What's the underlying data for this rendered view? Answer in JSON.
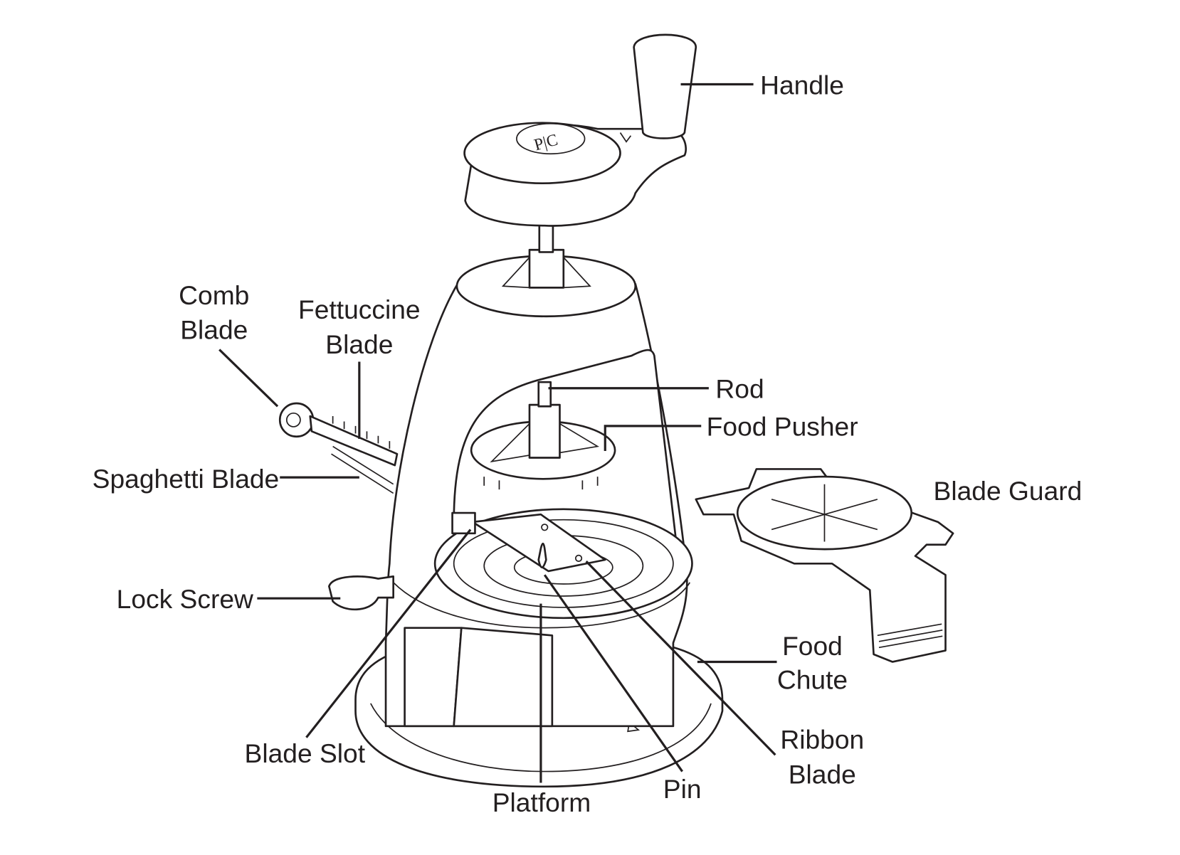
{
  "labels": {
    "handle": "Handle",
    "comb_blade": [
      "Comb",
      "Blade"
    ],
    "fettuccine_blade": [
      "Fettuccine",
      "Blade"
    ],
    "rod": "Rod",
    "food_pusher": "Food Pusher",
    "spaghetti_blade": "Spaghetti Blade",
    "blade_guard": "Blade Guard",
    "lock_screw": "Lock Screw",
    "food_chute": [
      "Food",
      "Chute"
    ],
    "ribbon_blade": [
      "Ribbon",
      "Blade"
    ],
    "blade_slot": "Blade Slot",
    "platform": "Platform",
    "pin": "Pin"
  },
  "logo_text": "PC"
}
